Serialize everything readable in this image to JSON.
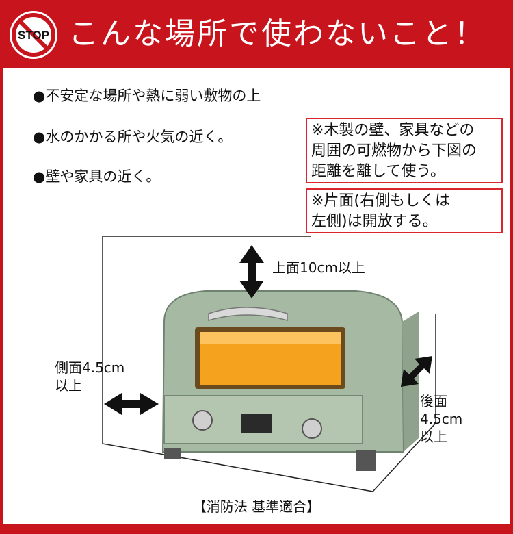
{
  "header": {
    "stop_sign_text": "STOP",
    "title": "こんな場所で使わないこと！"
  },
  "bullets": [
    "●不安定な場所や熱に弱い敷物の上",
    "●水のかかる所や火気の近く。",
    "●壁や家具の近く。"
  ],
  "notes": [
    "※木製の壁、家具などの\n周囲の可燃物から下図の\n距離を離して使う。",
    "※片面(右側もしくは\n左側)は開放する。"
  ],
  "diagram": {
    "top_clearance": "上面10cm以上",
    "side_clearance": "側面4.5cm\n以上",
    "back_clearance": "後面\n4.5cm\n以上"
  },
  "footer": "【消防法 基準適合】",
  "colors": {
    "banner_red": "#c8141c",
    "note_border": "#d9252b",
    "toaster_green": "#9fb49b",
    "heater_orange": "#f5a21f"
  }
}
